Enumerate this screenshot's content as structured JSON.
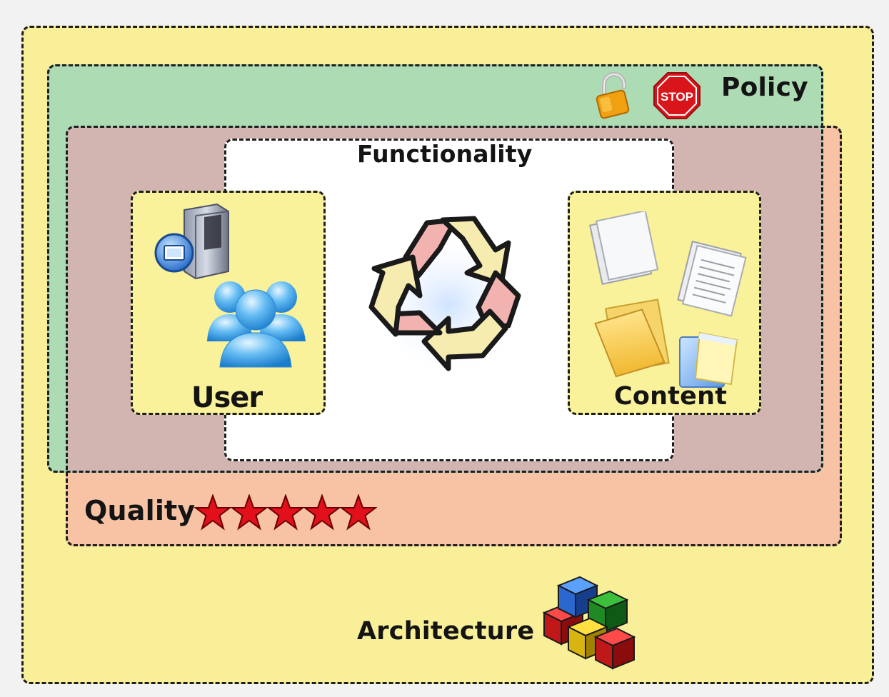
{
  "layers": {
    "architecture": {
      "label": "Architecture",
      "color": "#f9ef99"
    },
    "policy": {
      "label": "Policy",
      "color": "#b2dfc2"
    },
    "quality": {
      "label": "Quality",
      "color": "#f7c3a4",
      "rating": 5
    },
    "functionality": {
      "label": "Functionality",
      "color": "#ffffff"
    },
    "user": {
      "label": "User",
      "color": "#faf29a"
    },
    "content": {
      "label": "Content",
      "color": "#faf29a"
    }
  },
  "icons": {
    "policy": [
      "padlock-icon",
      "stop-sign-icon"
    ],
    "quality": "star-icon",
    "user": [
      "server-icon",
      "user-group-icon"
    ],
    "functionality": "recycle-icon",
    "content": [
      "document-icon",
      "document-icon",
      "folder-icon",
      "files-icon"
    ],
    "architecture": "building-blocks-icon"
  },
  "stop_sign_text": "STOP"
}
